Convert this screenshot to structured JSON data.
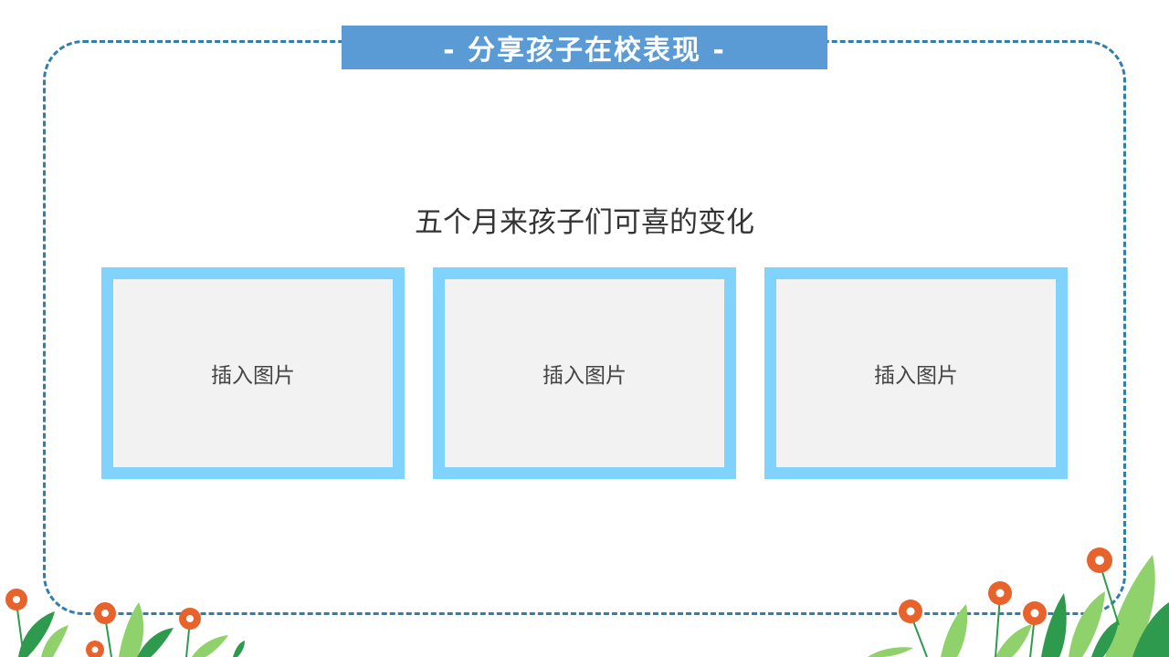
{
  "header": {
    "title": "- 分享孩子在校表现 -"
  },
  "main": {
    "subtitle": "五个月来孩子们可喜的变化",
    "cards": [
      {
        "label": "插入图片"
      },
      {
        "label": "插入图片"
      },
      {
        "label": "插入图片"
      }
    ]
  },
  "colors": {
    "frame_border": "#2e7fae",
    "title_bar": "#5b9bd5",
    "card_border": "#7fd3fd",
    "card_fill": "#f2f2f2",
    "flower": "#e8622c",
    "leaf_dark": "#2e9a4e",
    "leaf_light": "#8fd16a"
  }
}
